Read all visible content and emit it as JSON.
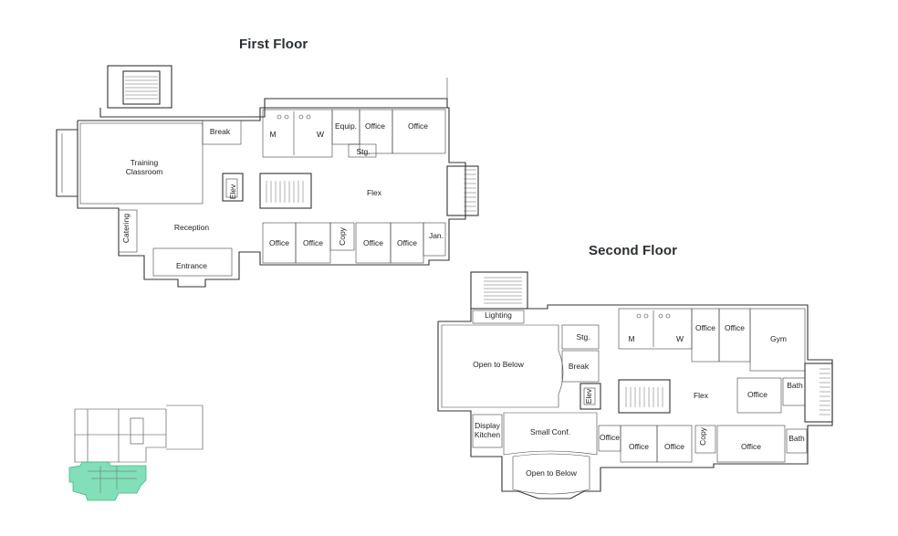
{
  "floors": {
    "first": {
      "title": "First Floor",
      "rooms": {
        "training": [
          "Training",
          "Classroom"
        ],
        "break": "Break",
        "men": "M",
        "women": "W",
        "equip": "Equip.",
        "office_a": "Office",
        "office_b": "Office",
        "storage": "Stg.",
        "elevator": "Elev",
        "flex": "Flex",
        "catering": "Catering",
        "reception": "Reception",
        "entrance": "Entrance",
        "office_c": "Office",
        "office_d": "Office",
        "copy": "Copy",
        "office_e": "Office",
        "office_f": "Office",
        "janitor": "Jan."
      }
    },
    "second": {
      "title": "Second Floor",
      "rooms": {
        "lighting": "Lighting",
        "storage": "Stg.",
        "open_below_1": "Open to Below",
        "break": "Break",
        "elevator": "Elev",
        "men": "M",
        "women": "W",
        "office_a": "Office",
        "office_b": "Office",
        "gym": "Gym",
        "flex": "Flex",
        "office_c": "Office",
        "bath_1": "Bath",
        "display_kitchen": [
          "Display",
          "Kitchen"
        ],
        "small_conf": "Small Conf.",
        "office_d": "Office",
        "office_e": "Office",
        "office_f": "Office",
        "copy": "Copy",
        "office_g": "Office",
        "bath_2": "Bath",
        "open_below_2": "Open to Below"
      }
    }
  },
  "key_plan": {
    "highlight_color": "#5fd6a3"
  }
}
